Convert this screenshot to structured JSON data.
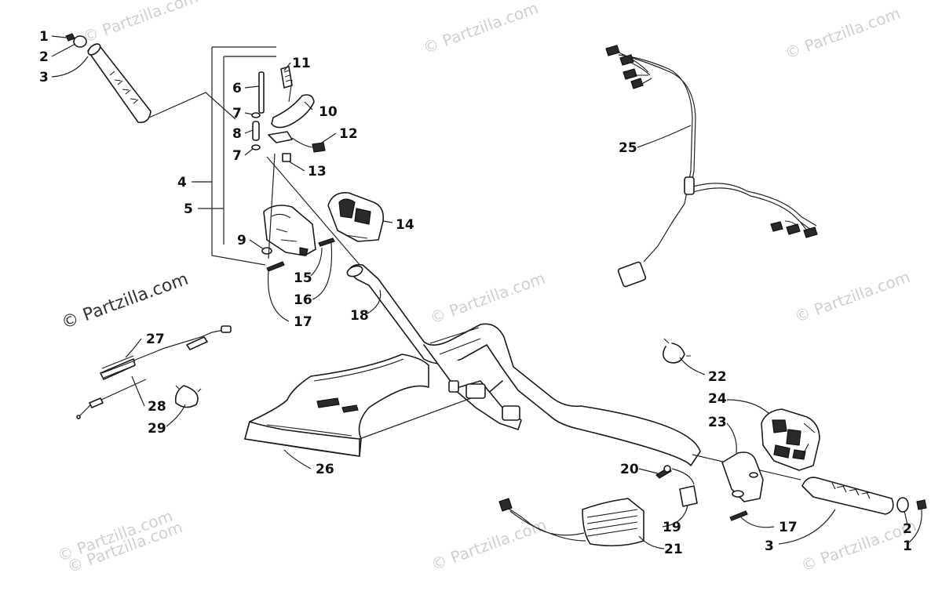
{
  "watermark": "© Partzilla.com",
  "main_watermark": "© Partzilla.com",
  "callouts": {
    "c1a": "1",
    "c2a": "2",
    "c3a": "3",
    "c4": "4",
    "c5": "5",
    "c6": "6",
    "c7a": "7",
    "c7b": "7",
    "c8": "8",
    "c9": "9",
    "c10": "10",
    "c11": "11",
    "c12": "12",
    "c13": "13",
    "c14": "14",
    "c15": "15",
    "c16": "16",
    "c17a": "17",
    "c18": "18",
    "c19": "19",
    "c20": "20",
    "c21": "21",
    "c22": "22",
    "c23": "23",
    "c24": "24",
    "c25": "25",
    "c26": "26",
    "c27": "27",
    "c28": "28",
    "c29": "29",
    "c17b": "17",
    "c3b": "3",
    "c2b": "2",
    "c1b": "1"
  }
}
